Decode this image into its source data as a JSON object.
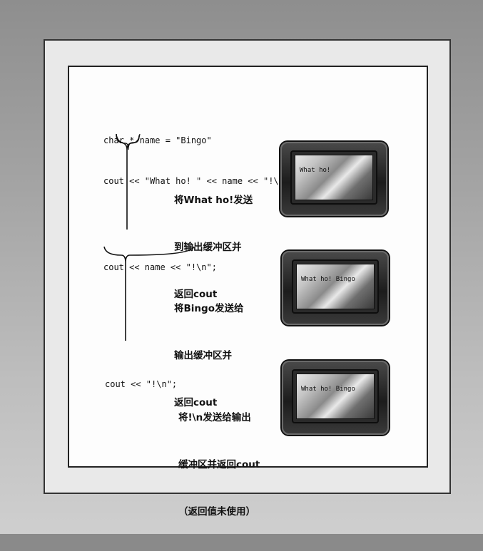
{
  "steps": [
    {
      "code_lines": [
        "char * name = \"Bingo\"",
        "cout << \"What ho! \" << name << \"!\\n\";"
      ],
      "note_lines": [
        "将What ho!发送",
        "到输出缓冲区并",
        "返回cout"
      ],
      "screen_text": "What ho!"
    },
    {
      "code_lines": [
        "cout << name << \"!\\n\";"
      ],
      "note_lines": [
        "将Bingo发送给",
        "输出缓冲区并",
        "返回cout"
      ],
      "screen_text": "What ho! Bingo"
    },
    {
      "code_lines": [
        "cout << \"!\\n\";"
      ],
      "note_lines": [
        "将!\\n发送给输出",
        "缓冲区并返回cout",
        "（返回值未使用）"
      ],
      "screen_text": "What ho! Bingo"
    }
  ],
  "icons": {
    "monitor": "crt-monitor-icon",
    "brace": "curly-brace-icon"
  },
  "colors": {
    "frame_border": "#222222",
    "text": "#111111"
  }
}
